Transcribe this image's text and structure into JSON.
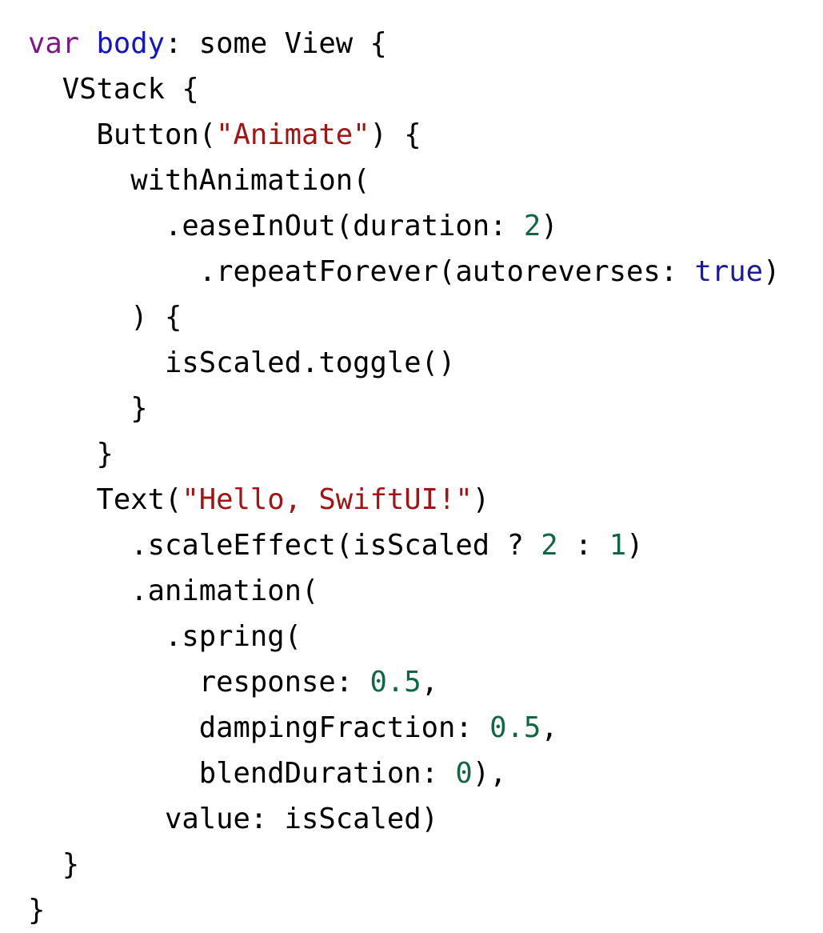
{
  "code": {
    "language": "swift",
    "colors": {
      "plain": "#000000",
      "keyword": "#7b1a84",
      "identifier": "#1414c8",
      "string": "#a31515",
      "number": "#116644",
      "literal": "#1c1c9a"
    },
    "lines": [
      [
        {
          "t": "var",
          "k": "keyword"
        },
        {
          "t": " ",
          "k": "plain"
        },
        {
          "t": "body",
          "k": "identifier"
        },
        {
          "t": ": some View {",
          "k": "plain"
        }
      ],
      [
        {
          "t": "  VStack {",
          "k": "plain"
        }
      ],
      [
        {
          "t": "    Button(",
          "k": "plain"
        },
        {
          "t": "\"Animate\"",
          "k": "string"
        },
        {
          "t": ") {",
          "k": "plain"
        }
      ],
      [
        {
          "t": "      withAnimation(",
          "k": "plain"
        }
      ],
      [
        {
          "t": "        .easeInOut(duration: ",
          "k": "plain"
        },
        {
          "t": "2",
          "k": "number"
        },
        {
          "t": ")",
          "k": "plain"
        }
      ],
      [
        {
          "t": "          .repeatForever(autoreverses: ",
          "k": "plain"
        },
        {
          "t": "true",
          "k": "literal"
        },
        {
          "t": ")",
          "k": "plain"
        }
      ],
      [
        {
          "t": "      ) {",
          "k": "plain"
        }
      ],
      [
        {
          "t": "        isScaled.toggle()",
          "k": "plain"
        }
      ],
      [
        {
          "t": "      }",
          "k": "plain"
        }
      ],
      [
        {
          "t": "    }",
          "k": "plain"
        }
      ],
      [
        {
          "t": "    Text(",
          "k": "plain"
        },
        {
          "t": "\"Hello, SwiftUI!\"",
          "k": "string"
        },
        {
          "t": ")",
          "k": "plain"
        }
      ],
      [
        {
          "t": "      .scaleEffect(isScaled ? ",
          "k": "plain"
        },
        {
          "t": "2",
          "k": "number"
        },
        {
          "t": " : ",
          "k": "plain"
        },
        {
          "t": "1",
          "k": "number"
        },
        {
          "t": ")",
          "k": "plain"
        }
      ],
      [
        {
          "t": "      .animation(",
          "k": "plain"
        }
      ],
      [
        {
          "t": "        .spring(",
          "k": "plain"
        }
      ],
      [
        {
          "t": "          response: ",
          "k": "plain"
        },
        {
          "t": "0.5",
          "k": "number"
        },
        {
          "t": ",",
          "k": "plain"
        }
      ],
      [
        {
          "t": "          dampingFraction: ",
          "k": "plain"
        },
        {
          "t": "0.5",
          "k": "number"
        },
        {
          "t": ",",
          "k": "plain"
        }
      ],
      [
        {
          "t": "          blendDuration: ",
          "k": "plain"
        },
        {
          "t": "0",
          "k": "number"
        },
        {
          "t": "),",
          "k": "plain"
        }
      ],
      [
        {
          "t": "        value: isScaled)",
          "k": "plain"
        }
      ],
      [
        {
          "t": "  }",
          "k": "plain"
        }
      ],
      [
        {
          "t": "}",
          "k": "plain"
        }
      ]
    ]
  }
}
